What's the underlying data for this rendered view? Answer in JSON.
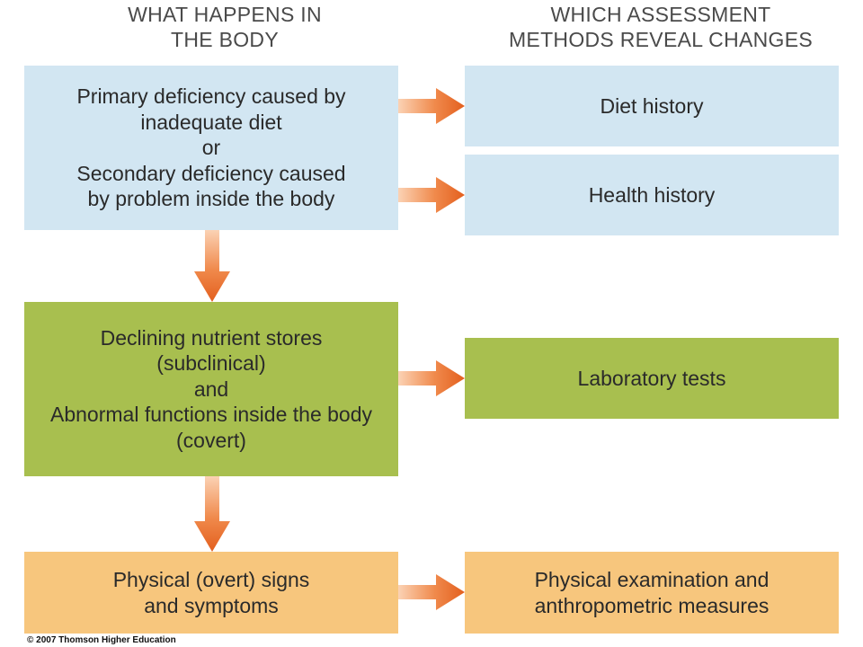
{
  "headers": {
    "left": "WHAT HAPPENS IN\nTHE BODY",
    "right": "WHICH ASSESSMENT\nMETHODS REVEAL CHANGES"
  },
  "boxes": {
    "primary": {
      "lines": [
        "Primary deficiency caused by",
        "inadequate diet",
        "or",
        "Secondary deficiency caused",
        "by problem inside the body"
      ]
    },
    "declining": {
      "lines": [
        "Declining nutrient stores",
        "(subclinical)",
        "and",
        "Abnormal functions inside the body",
        "(covert)"
      ]
    },
    "physical_signs": {
      "lines": [
        "Physical (overt) signs",
        "and symptoms"
      ]
    },
    "diet_history": {
      "lines": [
        "Diet history"
      ]
    },
    "health_history": {
      "lines": [
        "Health history"
      ]
    },
    "lab_tests": {
      "lines": [
        "Laboratory tests"
      ]
    },
    "physical_exam": {
      "lines": [
        "Physical examination and",
        "anthropometric measures"
      ]
    }
  },
  "colors": {
    "blue": "#d2e6f2",
    "green": "#a8bf4f",
    "orange": "#f7c67d",
    "arrow": "#e8692a"
  },
  "copyright": "© 2007 Thomson Higher Education"
}
